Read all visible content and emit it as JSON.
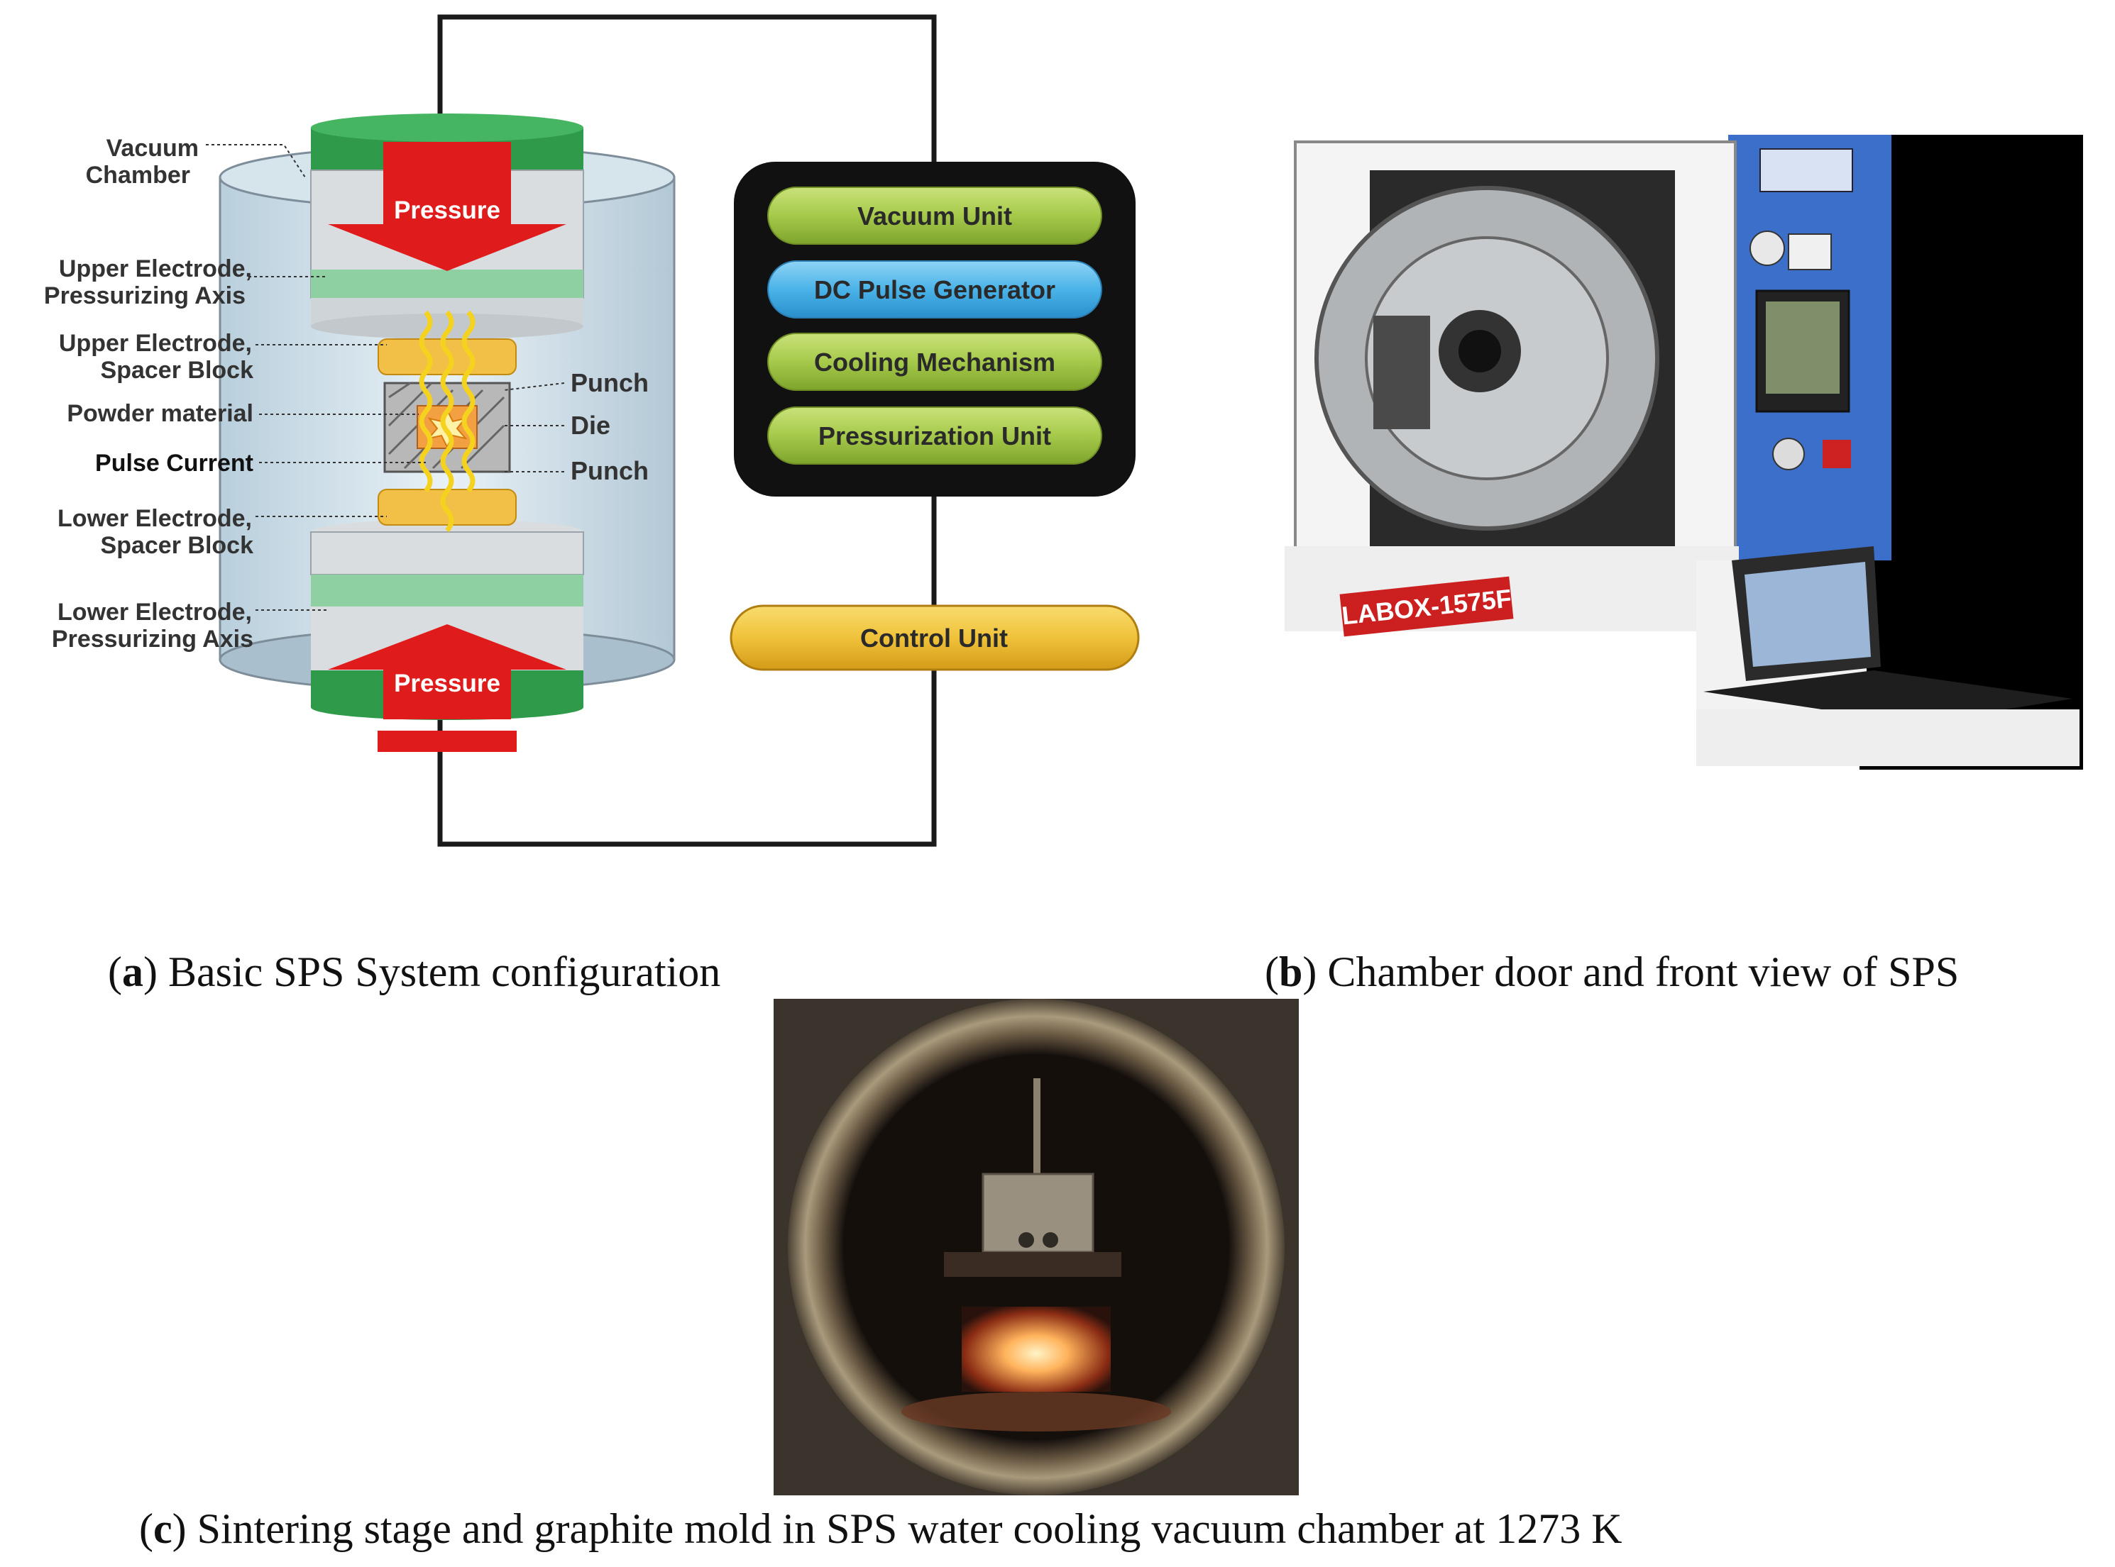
{
  "diagram_a": {
    "left_labels": {
      "vacuum_chamber": [
        "Vacuum",
        "Chamber"
      ],
      "upper_axis": [
        "Upper Electrode,",
        "Pressurizing Axis"
      ],
      "upper_spacer": [
        "Upper Electrode,",
        "Spacer Block"
      ],
      "powder": "Powder material",
      "pulse": "Pulse Current",
      "lower_spacer": [
        "Lower Electrode,",
        "Spacer Block"
      ],
      "lower_axis": [
        "Lower Electrode,",
        "Pressurizing Axis"
      ]
    },
    "right_labels": {
      "punch_top": "Punch",
      "die": "Die",
      "punch_bottom": "Punch"
    },
    "pressure_top": "Pressure",
    "pressure_bottom": "Pressure",
    "units": [
      "Vacuum Unit",
      "DC Pulse Generator",
      "Cooling Mechanism",
      "Pressurization Unit"
    ],
    "control_unit": "Control Unit",
    "colors": {
      "green_unit": "#a6c94a",
      "blue_unit": "#4ab3e8",
      "gold_unit": "#f0c23a",
      "pressure_red": "#e01b1b",
      "electrode_green": "#2e9a4a"
    }
  },
  "photo_b": {
    "machine_label": "LABOX-1575F"
  },
  "captions": {
    "a_letter": "a",
    "a_text": ") Basic SPS System configuration",
    "b_letter": "b",
    "b_text": ") Chamber door and front view of SPS",
    "c_letter": "c",
    "c_text": ") Sintering stage and graphite mold in SPS water cooling vacuum chamber at 1273 K"
  }
}
